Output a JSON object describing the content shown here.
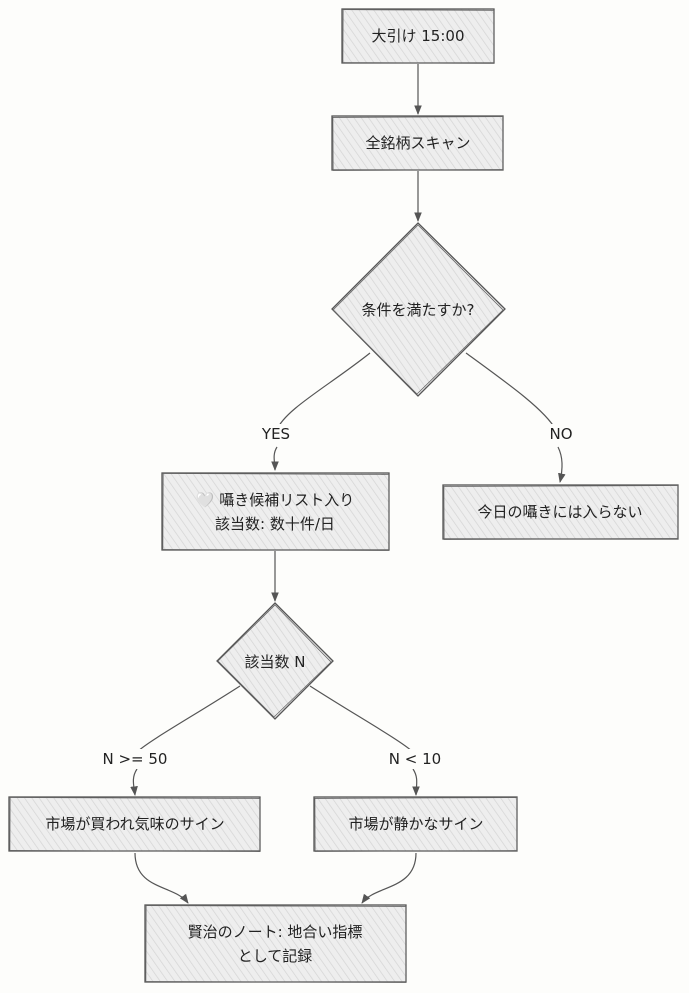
{
  "nodes": {
    "close": "大引け 15:00",
    "scan": "全銘柄スキャン",
    "condition": "条件を満たすか?",
    "candidate_line1": "🤍 囁き候補リスト入り",
    "candidate_line2": "該当数: 数十件/日",
    "not_today": "今日の囁きには入らない",
    "count": "該当数 N",
    "bought": "市場が買われ気味のサイン",
    "quiet": "市場が静かなサイン",
    "note_line1": "賢治のノート: 地合い指標",
    "note_line2": "として記録"
  },
  "edges": {
    "yes": "YES",
    "no": "NO",
    "n_ge_50": "N >= 50",
    "n_lt_10": "N < 10"
  },
  "colors": {
    "background": "#fdfdfb",
    "fill": "#eeeeee",
    "hatch": "#cfcfcf",
    "stroke": "#555555"
  }
}
